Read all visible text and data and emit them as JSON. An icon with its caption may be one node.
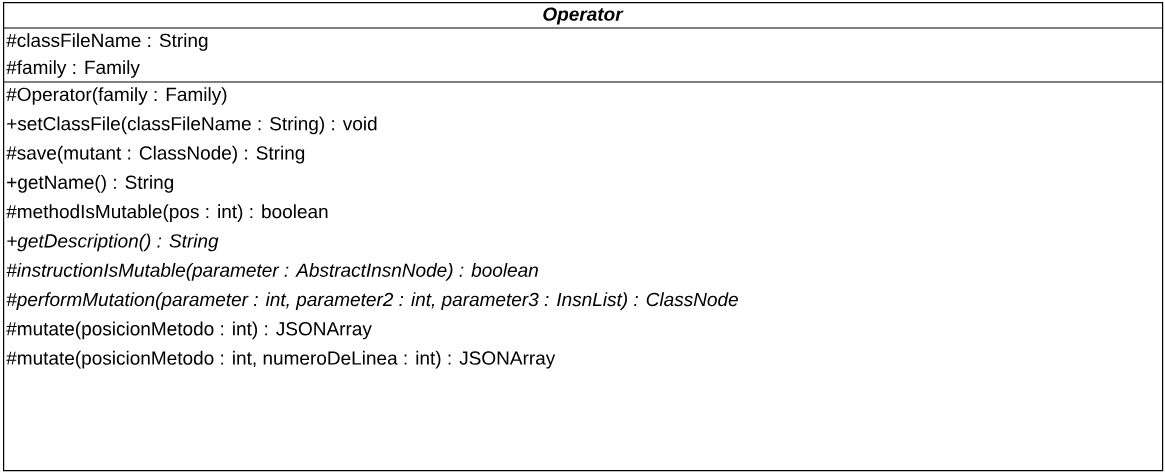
{
  "diagram": {
    "nodes": [
      {
        "text": [
          "Operator"
        ]
      },
      {
        "text": [
          "#classFileName : String",
          "#family : Family"
        ],
        "in": 0
      },
      {
        "text": [
          "#Operator(family : Family)",
          "+setClassFile(classFileName : String) : void",
          "#save(mutant : ClassNode) : String",
          "+getName() : String",
          "#methodIsMutable(pos : int) : boolean",
          "+getDescription() : String",
          "#instructionIsMutable(parameter : AbstractInsnNode) : boolean",
          "#performMutation(parameter : int, parameter2 : int, parameter3 : InsnList) : ClassNode",
          "#mutate(posicionMetodo : int) : JSONArray",
          "#mutate(posicionMetodo : int, numeroDeLinea : int) : JSONArray"
        ],
        "in": 0
      }
    ]
  }
}
